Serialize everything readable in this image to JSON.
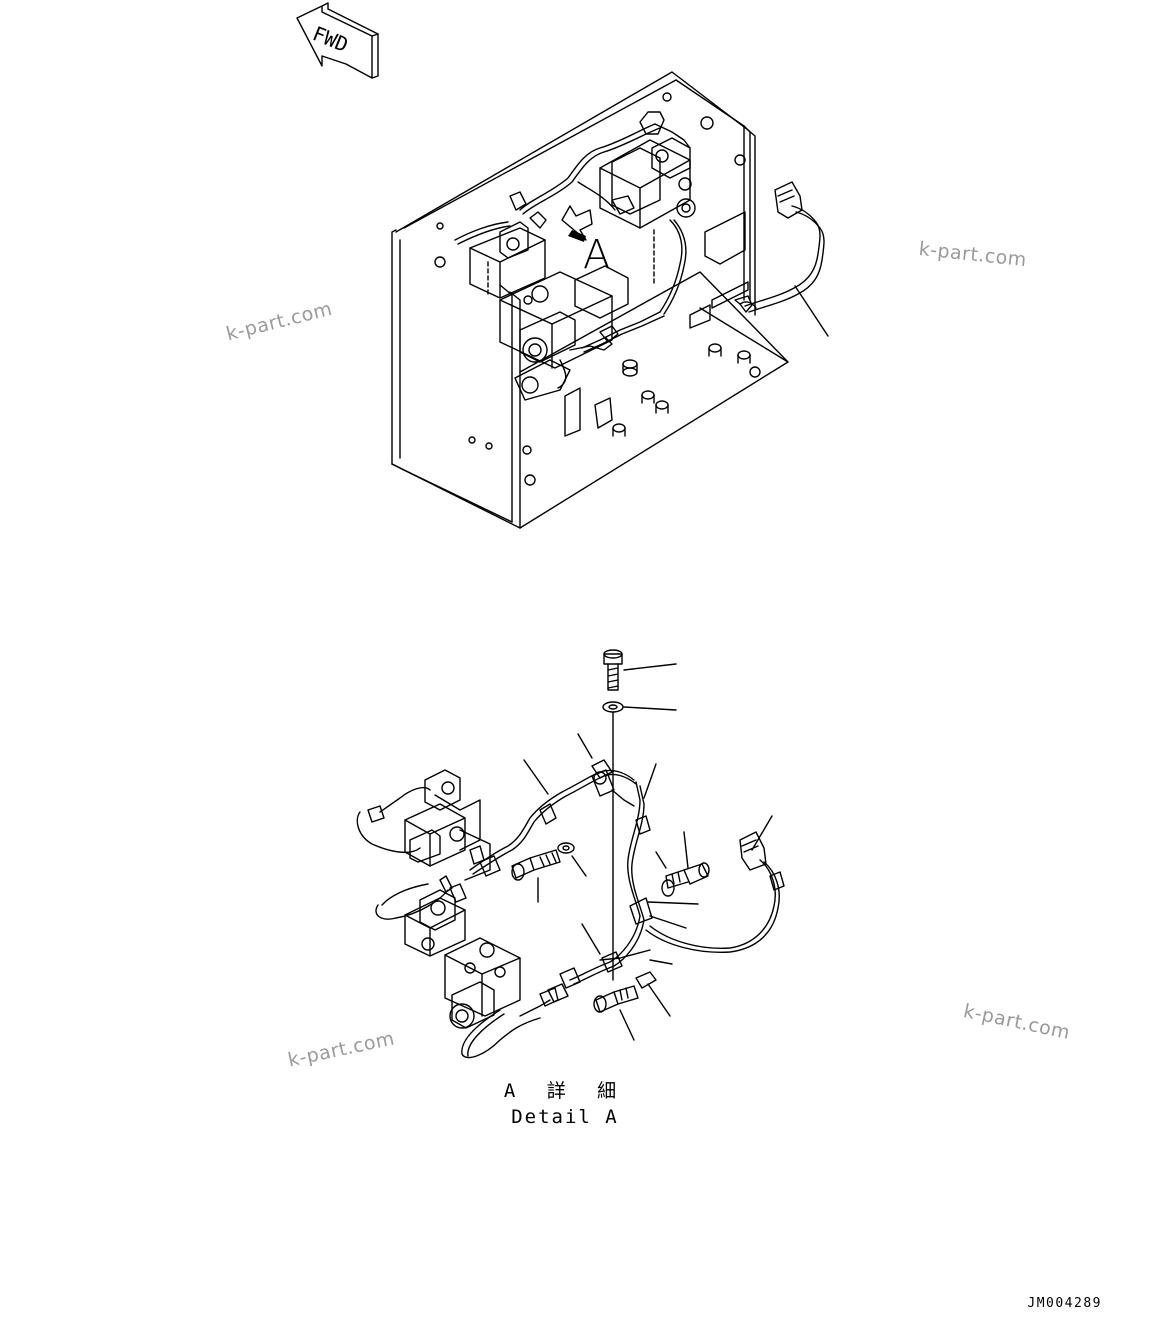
{
  "direction_arrow": {
    "label": "FWD",
    "icon": "forward-arrow-icon"
  },
  "view_label": "A",
  "detail_caption": {
    "japanese": "A 詳 細",
    "english": "Detail A"
  },
  "watermarks": [
    "k-part.com",
    "k-part.com",
    "k-part.com",
    "k-part.com"
  ],
  "drawing_code": "JM004289",
  "line_color": "#000000",
  "watermark_color": "#9a9a9a"
}
